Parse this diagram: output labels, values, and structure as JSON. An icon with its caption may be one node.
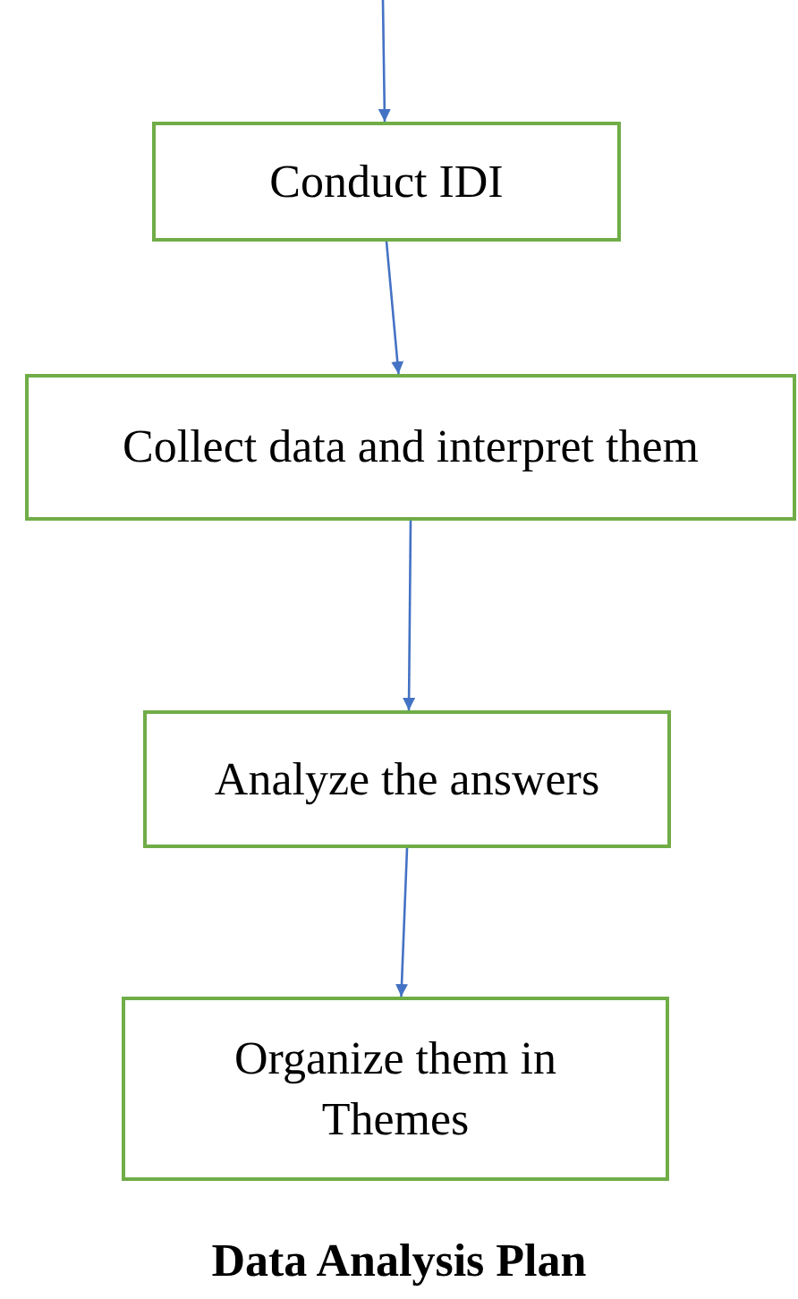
{
  "diagram": {
    "caption": "Data Analysis Plan",
    "nodes": [
      {
        "text": [
          "Conduct IDI"
        ]
      },
      {
        "text": [
          "Collect data and interpret them"
        ]
      },
      {
        "text": [
          "Analyze the answers"
        ]
      },
      {
        "text": [
          "Organize them in Themes"
        ]
      }
    ],
    "edges": [
      {
        "from": null,
        "to": 0,
        "arrow": "to"
      },
      {
        "from": 0,
        "to": 1,
        "arrow": "to"
      },
      {
        "from": 1,
        "to": 2,
        "arrow": "to"
      },
      {
        "from": 2,
        "to": 3,
        "arrow": "to"
      }
    ]
  }
}
